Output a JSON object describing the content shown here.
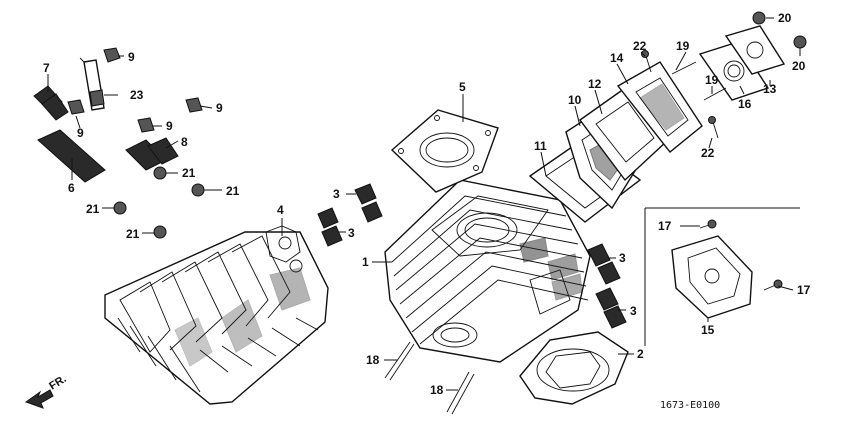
{
  "diagram": {
    "callouts": {
      "c1": "1",
      "c2": "2",
      "c3a": "3",
      "c3b": "3",
      "c3c": "3",
      "c3d": "3",
      "c4": "4",
      "c5": "5",
      "c6": "6",
      "c7": "7",
      "c8": "8",
      "c9a": "9",
      "c9b": "9",
      "c9c": "9",
      "c9d": "9",
      "c10": "10",
      "c11": "11",
      "c12": "12",
      "c13": "13",
      "c14": "14",
      "c15": "15",
      "c16": "16",
      "c17a": "17",
      "c17b": "17",
      "c18a": "18",
      "c18b": "18",
      "c19a": "19",
      "c19b": "19",
      "c20a": "20",
      "c20b": "20",
      "c21a": "21",
      "c21b": "21",
      "c21c": "21",
      "c21d": "21",
      "c22a": "22",
      "c22b": "22",
      "c23": "23"
    },
    "direction_label": "FR.",
    "drawing_code": "1673-E0100"
  }
}
